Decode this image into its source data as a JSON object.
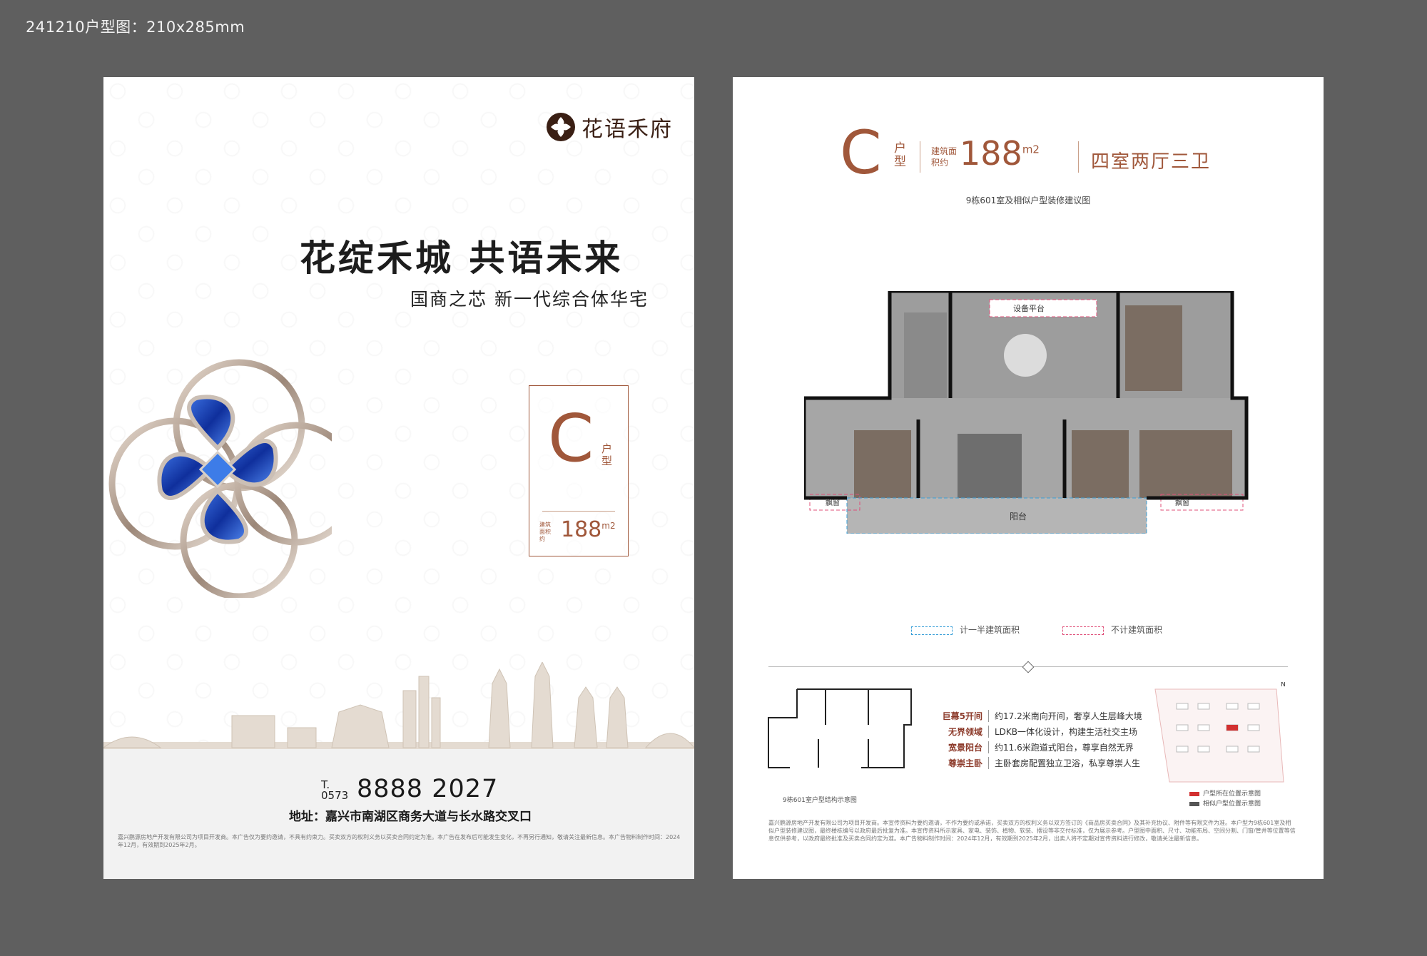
{
  "caption": "241210户型图：210x285mm",
  "left": {
    "logo_text": "花语禾府",
    "headline": "花绽禾城  共语未来",
    "subline": "国商之芯  新一代综合体华宅",
    "unit_letter": "C",
    "unit_label": "户型",
    "area_label": "建筑面积约",
    "area_value": "188",
    "area_unit": "m2",
    "phone_prefix_t": "T.",
    "phone_prefix_code": "0573",
    "phone_number": "8888 2027",
    "address": "地址：嘉兴市南湖区商务大道与长水路交叉口",
    "disclaimer": "嘉兴鹏源房地产开发有限公司为项目开发商。本广告仅为要约邀请，不具有约束力。买卖双方的权利义务以买卖合同约定为准。本广告在发布后可能发生变化，不再另行通知，敬请关注最新信息。本广告物料制作时间：2024年12月，有效期到2025年2月。"
  },
  "right": {
    "unit_letter": "C",
    "unit_label": "户型",
    "area_label": "建筑面积约",
    "area_value": "188",
    "area_unit": "m2",
    "unit_type": "四室两厅三卫",
    "subtitle": "9栋601室及相似户型装修建议图",
    "plan_labels": {
      "equipment": "设备平台",
      "balcony": "阳台",
      "bay_left": "飘窗",
      "bay_right": "飘窗"
    },
    "legend": [
      {
        "label": "计一半建筑面积",
        "color": "#3aa0d8"
      },
      {
        "label": "不计建筑面积",
        "color": "#e0507a"
      }
    ],
    "features": [
      {
        "key": "巨幕5开间",
        "value": "约17.2米南向开间，奢享人生层峰大境"
      },
      {
        "key": "无界领域",
        "value": "LDKB一体化设计，构建生活社交主场"
      },
      {
        "key": "宽景阳台",
        "value": "约11.6米跑道式阳台，尊享自然无界"
      },
      {
        "key": "尊崇主卧",
        "value": "主卧套房配置独立卫浴，私享尊崇人生"
      }
    ],
    "structure_caption": "9栋601室户型结构示意图",
    "north": "N",
    "site_legend": [
      {
        "label": "户型所在位置示意图",
        "color": "#d23030"
      },
      {
        "label": "相似户型位置示意图",
        "color": "#555555"
      }
    ],
    "disclaimer": "嘉兴鹏源房地产开发有限公司为项目开发商。本宣传资料为要约邀请，不作为要约或承诺，买卖双方的权利义务以双方签订的《商品房买卖合同》及其补充协议、附件等有限文件为准。本户型为9栋601室及相似户型装修建议图，最终楼栋编号以政府最后批复为准。本宣传资料所示家具、家电、装饰、植物、软装、摆设等非交付标准，仅为展示参考。户型图中面积、尺寸、功能布局、空间分割、门窗/管井等位置等信息仅供参考，以政府最终批准及买卖合同约定为准。本广告物料制作时间：2024年12月，有效期到2025年2月，出卖人将不定期对宣传资料进行修改，敬请关注最新信息。"
  }
}
